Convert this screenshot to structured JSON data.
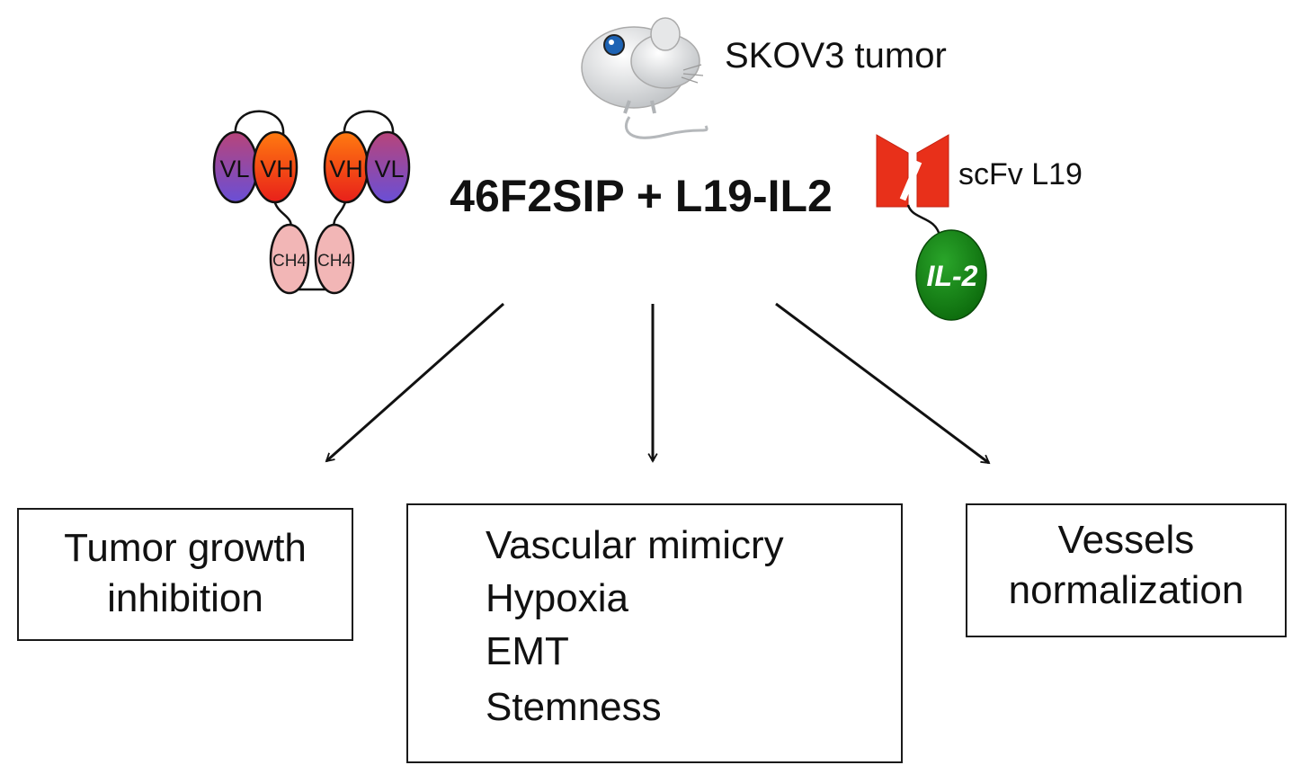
{
  "header": {
    "tumor_label": "SKOV3 tumor",
    "treatment_title": "46F2SIP + L19-IL2",
    "scfv_label": "scFv L19",
    "il2_label": "IL-2"
  },
  "antibody": {
    "domains": {
      "vl_left": "VL",
      "vh_left": "VH",
      "vh_right": "VH",
      "vl_right": "VL",
      "ch4_left": "CH4",
      "ch4_right": "CH4"
    }
  },
  "outcomes": {
    "left": {
      "lines": [
        "Tumor growth",
        "inhibition"
      ]
    },
    "middle": {
      "lines": [
        "Vascular mimicry",
        "Hypoxia",
        "EMT",
        "Stemness"
      ]
    },
    "right": {
      "lines": [
        "Vessels",
        "normalization"
      ]
    }
  },
  "colors": {
    "vl_gradient": [
      "#b8447a",
      "#6a4fd6"
    ],
    "vh_gradient": [
      "#ff7a10",
      "#e8201a"
    ],
    "ch4_fill": "#f2b6b6",
    "scfv_red": "#e8301a",
    "il2_green": "#1a8a1a",
    "mouse_body": "#d8dadc"
  }
}
